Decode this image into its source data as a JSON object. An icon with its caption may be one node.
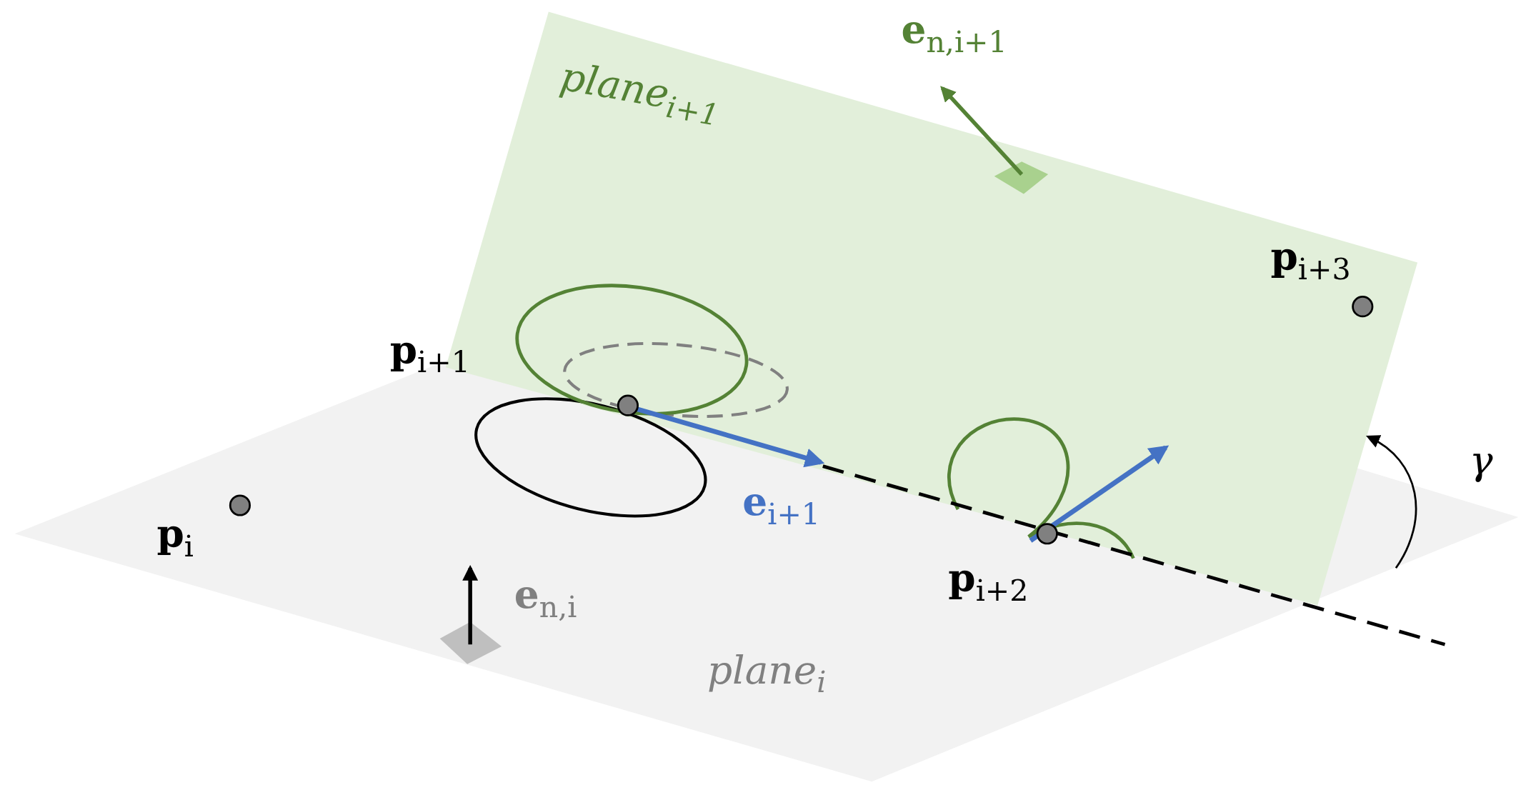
{
  "diagram": {
    "labels": [
      "**e**$_{n,i+1}$",
      "plane$_{i+1}$",
      "**p**$_{i+3}$",
      "**p**$_{i+1}$",
      "**p**$_{i}$",
      "**e**$_{i+1}$",
      "**p**$_{i+2}$",
      "**e**$_{n,i}$",
      "plane$_{i}$",
      "γ"
    ]
  }
}
